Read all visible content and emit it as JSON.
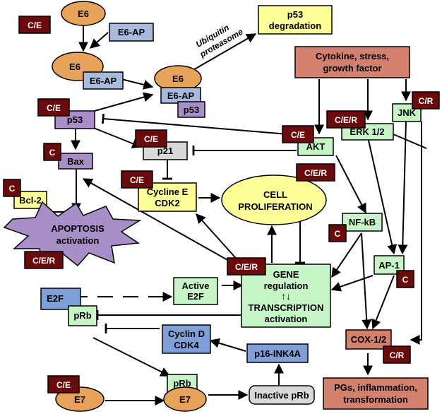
{
  "colors": {
    "oval": "#e8a35a",
    "purple": "#a98fc7",
    "lightblue": "#a9bbdc",
    "green": "#c8f5c8",
    "gray": "#d9d9d9",
    "yellow": "#ffff99",
    "blue": "#7f9fd9",
    "salmon": "#d4806f",
    "tag": "#6b0a0a"
  },
  "nodes": {
    "e6_top": "E6",
    "e6ap_top": "E6-AP",
    "e6_mid": "E6",
    "e6ap_mid": "E6-AP",
    "e6_complex": "E6",
    "e6ap_complex": "E6-AP",
    "p53_complex": "p53",
    "p53_degradation": [
      "p53",
      "degradation"
    ],
    "ubiquitin": [
      "Ubiquitin",
      "proteasome"
    ],
    "cytokine": [
      "Cytokine, stress,",
      "growth factor"
    ],
    "p53": "p53",
    "bax": "Bax",
    "bcl2": "Bcl-2",
    "p21": "p21",
    "cyclinE": [
      "Cycline E",
      "CDK2"
    ],
    "cell_prolif": [
      "CELL",
      "PROLIFERATION"
    ],
    "akt": "AKT",
    "erk": "ERK 1/2",
    "jnk": "JNK",
    "nfkb": "NF-kB",
    "ap1": "AP-1",
    "apoptosis": [
      "APOPTOSIS",
      "activation"
    ],
    "gene_reg": [
      "GENE",
      "regulation",
      "TRANSCRIPTION",
      "activation"
    ],
    "e2f": "E2F",
    "prb": "pRb",
    "active_e2f": [
      "Active",
      "E2F"
    ],
    "cyclinD": [
      "Cyclin D",
      "CDK4"
    ],
    "p16": "p16-INK4A",
    "cox": "COX-1/2",
    "pgs": [
      "PGs, inflammation,",
      "transformation"
    ],
    "e7": "E7",
    "prb_e7": "pRb",
    "e7_complex": "E7",
    "inactive_prb": "Inactive pRb"
  },
  "tags": {
    "e6": "C/E",
    "p53": "C/E",
    "bax": "C",
    "bcl2": "C",
    "p21": "C/E",
    "cyclinE": "C/E",
    "akt": "C/E",
    "erk": "C/E/R",
    "jnk": "C/R",
    "cell_prolif": "C/E/R",
    "nfkb": "C",
    "apoptosis": "C/E/R",
    "gene_reg": "C/E/R",
    "ap1": "C",
    "cox": "C/R",
    "e7": "C/E"
  }
}
